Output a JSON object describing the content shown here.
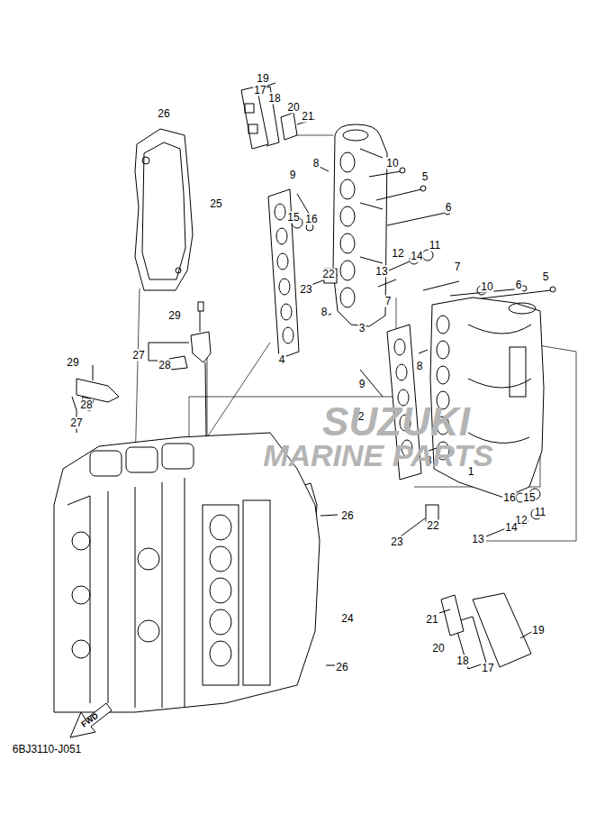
{
  "diagram": {
    "labels": [
      "19",
      "17",
      "18",
      "26",
      "20",
      "21",
      "10",
      "8",
      "9",
      "5",
      "25",
      "6",
      "15",
      "16",
      "11",
      "12",
      "14",
      "13",
      "22",
      "23",
      "7",
      "10",
      "6",
      "5",
      "8",
      "3",
      "7",
      "29",
      "27",
      "28",
      "4",
      "9",
      "8",
      "29",
      "2",
      "28",
      "27",
      "8",
      "1",
      "16",
      "15",
      "26",
      "22",
      "23",
      "11",
      "12",
      "14",
      "13",
      "24",
      "21",
      "20",
      "19",
      "18",
      "17",
      "26",
      "FWD",
      "6BJ3110-J051",
      "SUZUKI",
      "MARINE PARTS"
    ]
  }
}
